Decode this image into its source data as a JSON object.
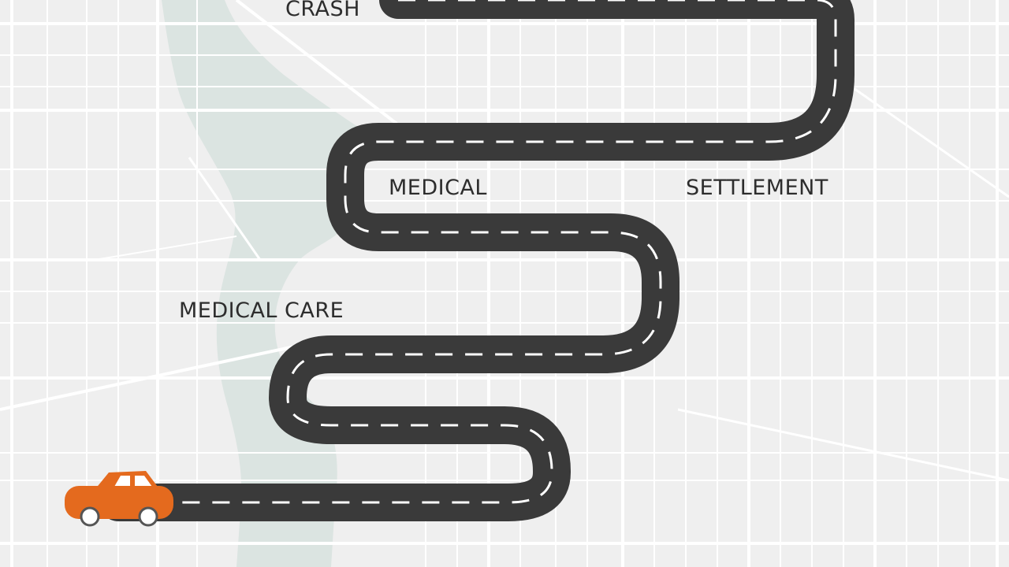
{
  "colors": {
    "background": "#efefef",
    "water": "#dbe4e1",
    "street": "#ffffff",
    "road": "#3a3a3a",
    "road_dash": "#ffffff",
    "car_body": "#e46a1e",
    "car_window": "#ffffff",
    "label_text": "#2d2d2d"
  },
  "labels": {
    "crash": "CRASH",
    "medical": "MEDICAL",
    "settlement": "SETTLEMENT",
    "medical_care": "MEDICAL CARE"
  },
  "icons": {
    "vehicle": "car-icon"
  }
}
